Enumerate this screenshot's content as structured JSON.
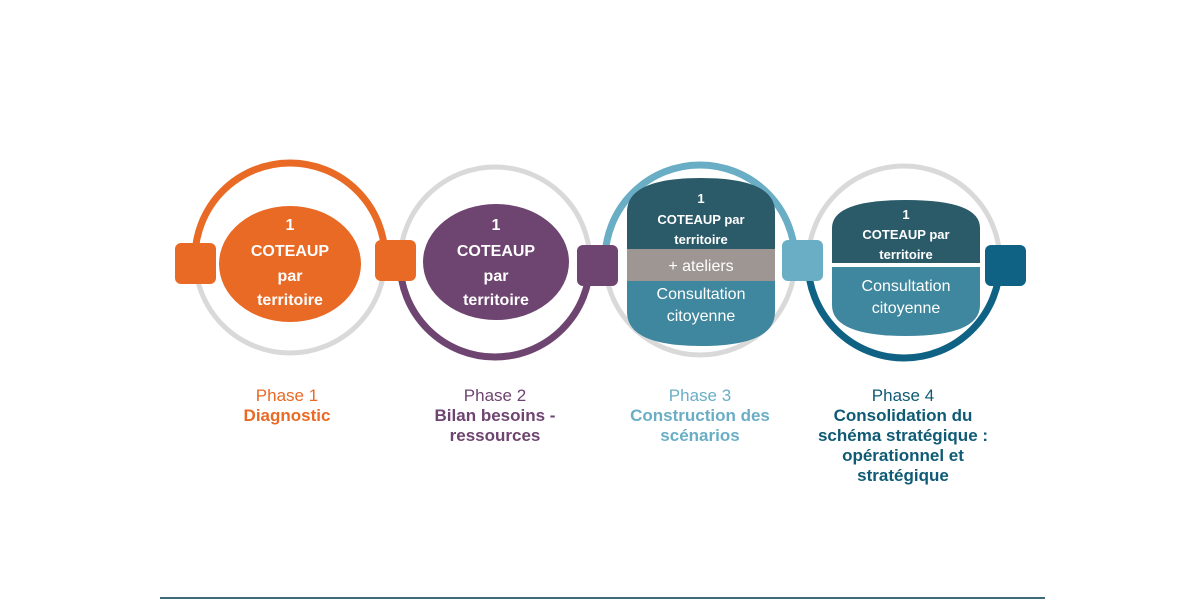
{
  "colors": {
    "phase1": "#e96a25",
    "phase2": "#6e4470",
    "phase3": "#6aaec6",
    "phase4": "#0f6284",
    "dark_teal": "#2b5a69",
    "mid_teal": "#3f879e",
    "gray_band": "#9e9693",
    "ring_gray": "#d9d9d9"
  },
  "phases": [
    {
      "phase": "Phase 1",
      "name": "Diagnostic",
      "inner": [
        "1",
        "COTEAUP",
        "par",
        "territoire"
      ]
    },
    {
      "phase": "Phase 2",
      "name": "Bilan besoins - ressources",
      "inner": [
        "1",
        "COTEAUP",
        "par",
        "territoire"
      ]
    },
    {
      "phase": "Phase 3",
      "name": "Construction des scénarios",
      "inner_top": [
        "1",
        "COTEAUP  par",
        "territoire"
      ],
      "band": "+ ateliers",
      "inner_bottom": [
        "Consultation",
        "citoyenne"
      ]
    },
    {
      "phase": "Phase 4",
      "name": "Consolidation du schéma stratégique : opérationnel et stratégique",
      "inner_top": [
        "1",
        "COTEAUP  par",
        "territoire"
      ],
      "inner_bottom": [
        "Consultation",
        "citoyenne"
      ]
    }
  ]
}
